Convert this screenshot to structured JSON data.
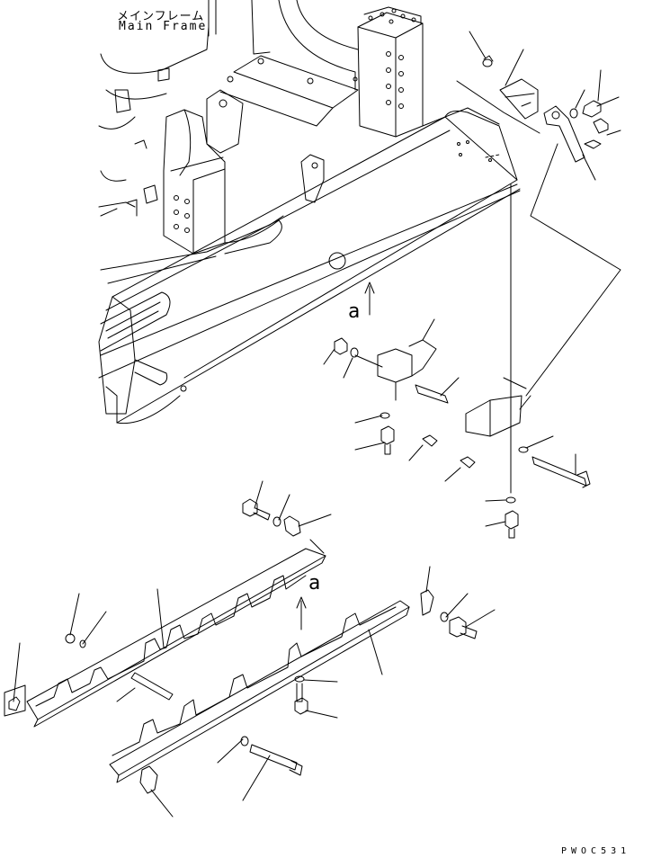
{
  "title": {
    "japanese": "メインフレーム",
    "english": "Main Frame"
  },
  "view_labels": [
    "a",
    "a"
  ],
  "drawing_code": "PWOC531",
  "style": {
    "line_color": "#000000",
    "background": "#ffffff"
  }
}
